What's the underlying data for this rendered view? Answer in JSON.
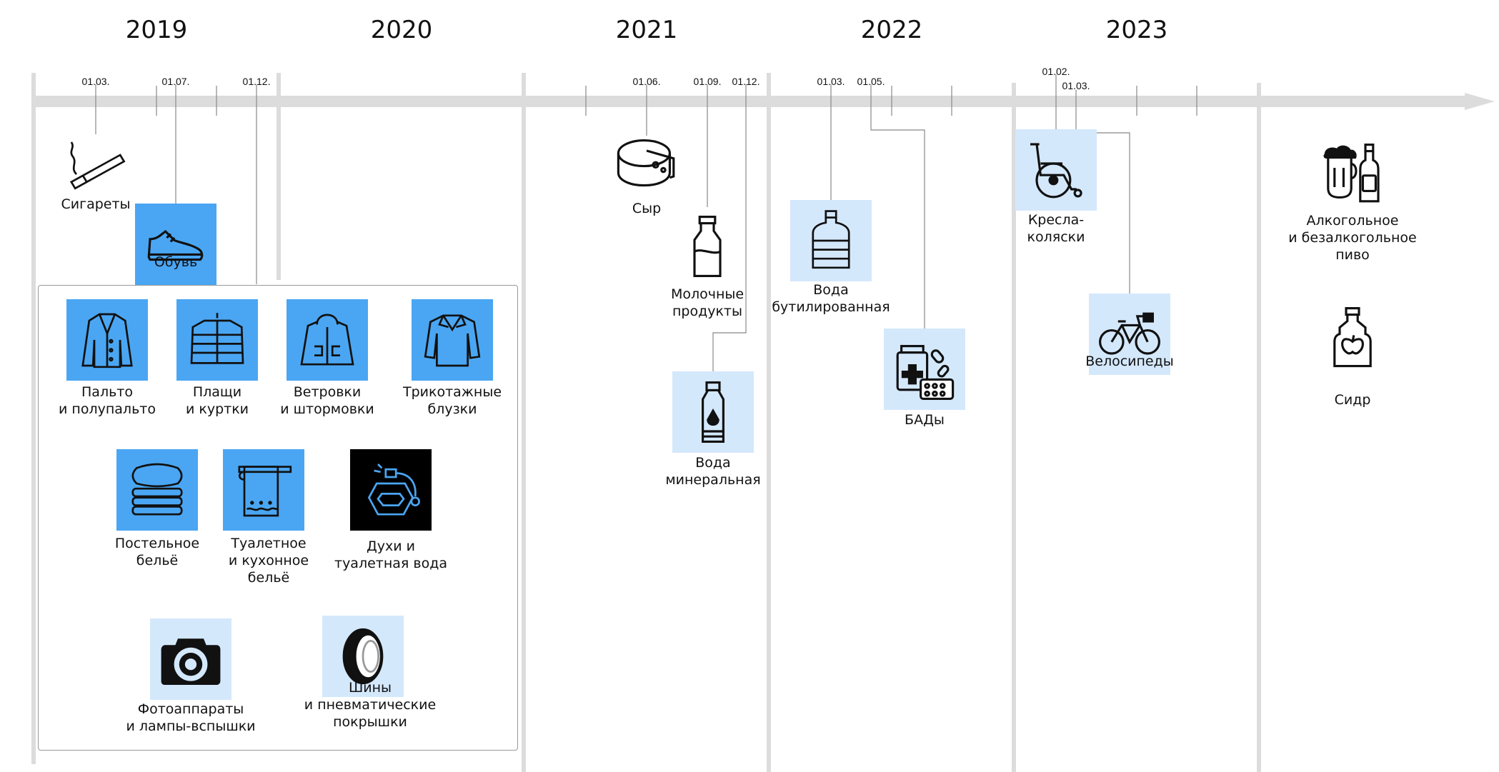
{
  "years": [
    "2019",
    "2020",
    "2021",
    "2022",
    "2023"
  ],
  "dates": [
    "01.03.",
    "01.07.",
    "01.12.",
    "01.06.",
    "01.09.",
    "01.12.",
    "01.03.",
    "01.05.",
    "01.02.",
    "01.03."
  ],
  "labels": {
    "cigarettes": "Сигареты",
    "shoes": "Обувь",
    "coats_1": "Пальто",
    "coats_2": "и полупальто",
    "raincoats_1": "Плащи",
    "raincoats_2": "и куртки",
    "windbreakers_1": "Ветровки",
    "windbreakers_2": "и штормовки",
    "blouses_1": "Трикотажные",
    "blouses_2": "блузки",
    "bedding_1": "Постельное",
    "bedding_2": "бельё",
    "towels_1": "Туалетное",
    "towels_2": "и кухонное",
    "towels_3": "бельё",
    "perfume_1": "Духи и",
    "perfume_2": "туалетная вода",
    "cameras_1": "Фотоаппараты",
    "cameras_2": "и лампы-вспышки",
    "tires_1": "Шины",
    "tires_2": "и пневматические",
    "tires_3": "покрышки",
    "cheese": "Сыр",
    "dairy_1": "Молочные",
    "dairy_2": "продукты",
    "mineral_1": "Вода",
    "mineral_2": "минеральная",
    "bottled_1": "Вода",
    "bottled_2": "бутилированная",
    "supplements": "БАДы",
    "wheelchairs_1": "Кресла-",
    "wheelchairs_2": "коляски",
    "bicycles": "Велосипеды",
    "beer_1": "Алкогольное",
    "beer_2": "и безалкогольное",
    "beer_3": "пиво",
    "cider": "Сидр"
  },
  "colors": {
    "highlight": "#4aa6f3",
    "highlight_light": "#d4e8fc",
    "timeline": "#dcdcdc"
  }
}
